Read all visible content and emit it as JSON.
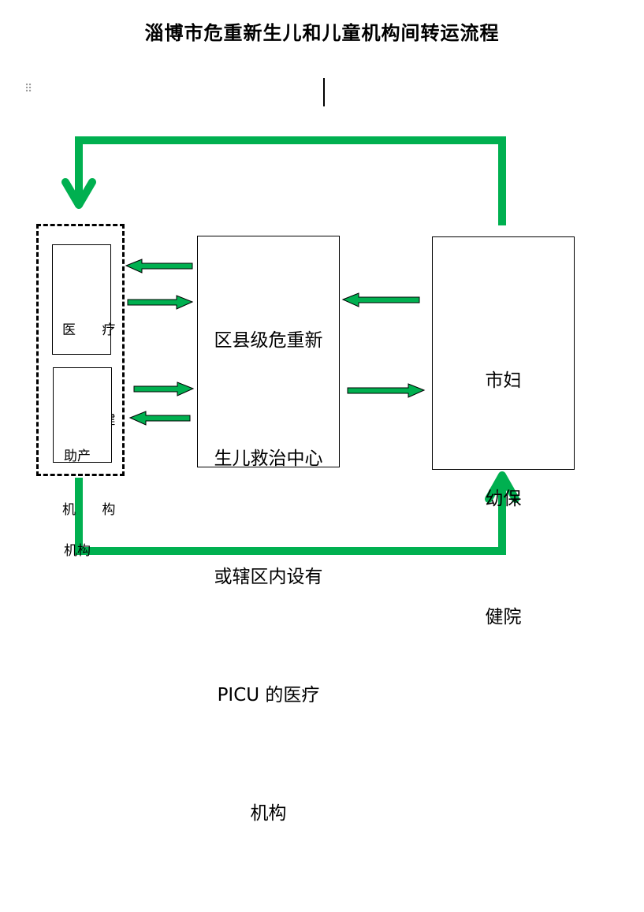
{
  "title": "淄博市危重新生儿和儿童机构间转运流程",
  "drag_handle": "⠿",
  "boxes": {
    "medical_care": [
      "医 疗",
      "保 健",
      "机 构"
    ],
    "midwifery": [
      "助产",
      "机构"
    ],
    "county_center": [
      "区县级危重新",
      "生儿救治中心",
      "或辖区内设有",
      "PICU 的医疗",
      "机构"
    ],
    "city_hospital": [
      "市妇",
      "幼保",
      "健院"
    ]
  },
  "colors": {
    "arrow_green": "#00b050",
    "line_green": "#00b050",
    "border": "#000000"
  }
}
